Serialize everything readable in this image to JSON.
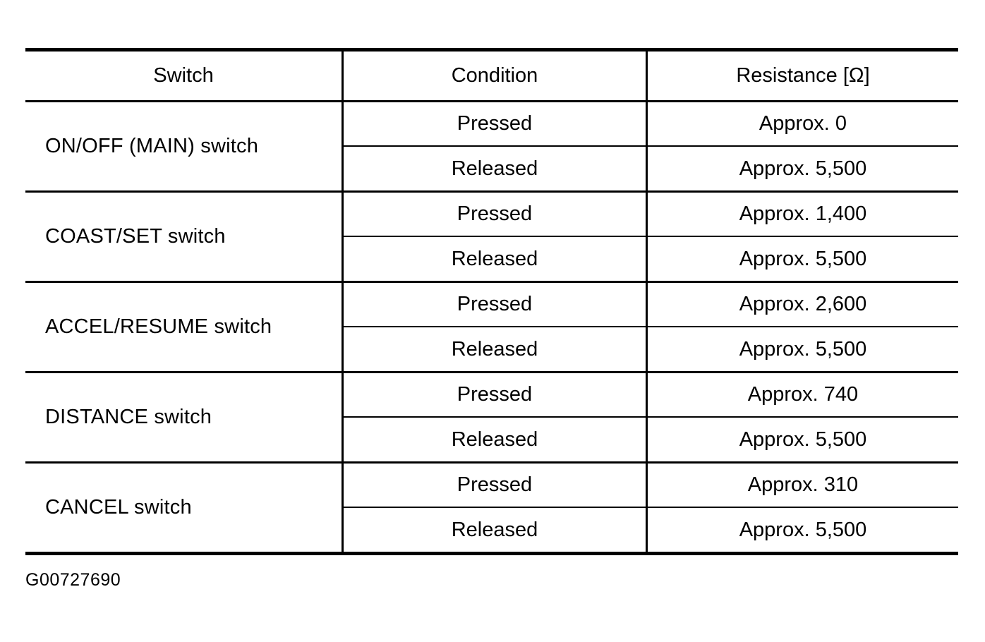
{
  "document": {
    "figure_code": "G00727690"
  },
  "table": {
    "columns": [
      {
        "key": "switch",
        "label": "Switch"
      },
      {
        "key": "condition",
        "label": "Condition"
      },
      {
        "key": "resistance",
        "label": "Resistance [Ω]"
      }
    ],
    "groups": [
      {
        "switch": "ON/OFF (MAIN) switch",
        "rows": [
          {
            "condition": "Pressed",
            "resistance": "Approx. 0"
          },
          {
            "condition": "Released",
            "resistance": "Approx. 5,500"
          }
        ]
      },
      {
        "switch": "COAST/SET switch",
        "rows": [
          {
            "condition": "Pressed",
            "resistance": "Approx. 1,400"
          },
          {
            "condition": "Released",
            "resistance": "Approx. 5,500"
          }
        ]
      },
      {
        "switch": "ACCEL/RESUME switch",
        "rows": [
          {
            "condition": "Pressed",
            "resistance": "Approx. 2,600"
          },
          {
            "condition": "Released",
            "resistance": "Approx. 5,500"
          }
        ]
      },
      {
        "switch": "DISTANCE switch",
        "rows": [
          {
            "condition": "Pressed",
            "resistance": "Approx. 740"
          },
          {
            "condition": "Released",
            "resistance": "Approx. 5,500"
          }
        ]
      },
      {
        "switch": "CANCEL switch",
        "rows": [
          {
            "condition": "Pressed",
            "resistance": "Approx. 310"
          },
          {
            "condition": "Released",
            "resistance": "Approx. 5,500"
          }
        ]
      }
    ]
  },
  "colors": {
    "ink": "#000000",
    "paper": "#ffffff"
  }
}
